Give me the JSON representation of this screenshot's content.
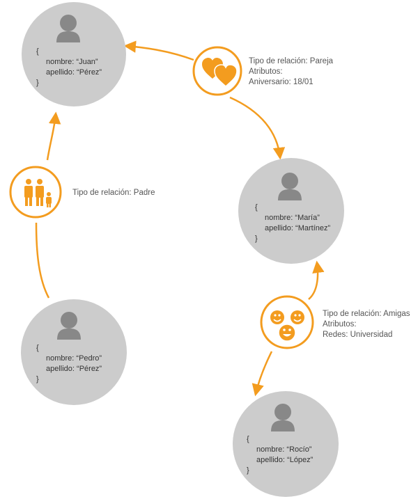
{
  "colors": {
    "node_fill": "#cccccc",
    "person_icon": "#888888",
    "accent": "#f39c1f",
    "text": "#333333"
  },
  "nodes": [
    {
      "id": "juan",
      "open": "{",
      "nombre": "nombre: “Juan”",
      "apellido": "apellido: “Pérez”",
      "close": "}"
    },
    {
      "id": "maria",
      "open": "{",
      "nombre": "nombre: “María”",
      "apellido": "apellido: “Martínez”",
      "close": "}"
    },
    {
      "id": "pedro",
      "open": "{",
      "nombre": "nombre: “Pedro”",
      "apellido": "apellido: “Pérez”",
      "close": "}"
    },
    {
      "id": "rocio",
      "open": "{",
      "nombre": "nombre: “Rocío”",
      "apellido": "apellido: “López”",
      "close": "}"
    }
  ],
  "relations": [
    {
      "id": "pareja",
      "icon": "hearts-icon",
      "lines": [
        "Tipo de relación: Pareja",
        "Atributos:",
        "Aniversario: 18/01"
      ]
    },
    {
      "id": "padre",
      "icon": "family-icon",
      "lines": [
        "Tipo de relación: Padre"
      ]
    },
    {
      "id": "amigas",
      "icon": "smileys-icon",
      "lines": [
        "Tipo de relación: Amigas",
        "Atributos:",
        "Redes: Universidad"
      ]
    }
  ]
}
